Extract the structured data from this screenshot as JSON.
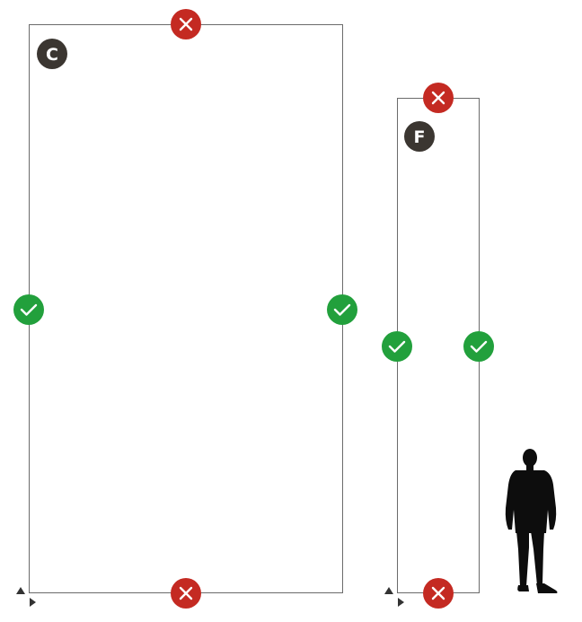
{
  "colors": {
    "outline": "#6b6b6b",
    "cross_marker": "#c42a22",
    "check_marker": "#22a03c",
    "label_badge": "#3b3631",
    "silhouette": "#0d0d0d",
    "corner_arrow": "#333333"
  },
  "panels": [
    {
      "id": "C",
      "label": "C",
      "markers": {
        "top": "cross-icon",
        "bottom": "cross-icon",
        "left": "check-icon",
        "right": "check-icon"
      }
    },
    {
      "id": "F",
      "label": "F",
      "markers": {
        "top": "cross-icon",
        "bottom": "cross-icon",
        "left": "check-icon",
        "right": "check-icon"
      }
    }
  ],
  "scale_reference": {
    "icon": "person-silhouette-icon"
  }
}
